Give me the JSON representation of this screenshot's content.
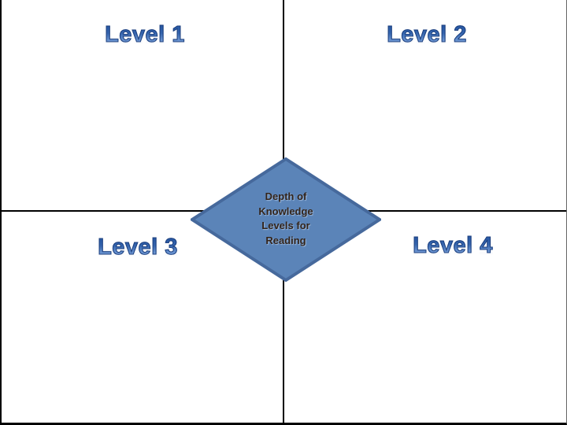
{
  "slide": {
    "quadrants": [
      {
        "label": "Level 1"
      },
      {
        "label": "Level 2"
      },
      {
        "label": "Level 3"
      },
      {
        "label": "Level 4"
      }
    ],
    "diamond": {
      "text": "Depth of Knowledge Levels for Reading",
      "lines": [
        "Depth of",
        "Knowledge",
        "Levels for",
        "Reading"
      ]
    },
    "colors": {
      "level_label_gradient_top": "#1e4e9c",
      "level_label_gradient_bottom": "#9cc0ea",
      "level_label_outline": "#1d3f7d",
      "diamond_fill": "#5b84b8",
      "diamond_border": "#46699c",
      "diamond_text": "#33241a",
      "divider_line": "#000000",
      "background": "#ffffff"
    }
  }
}
